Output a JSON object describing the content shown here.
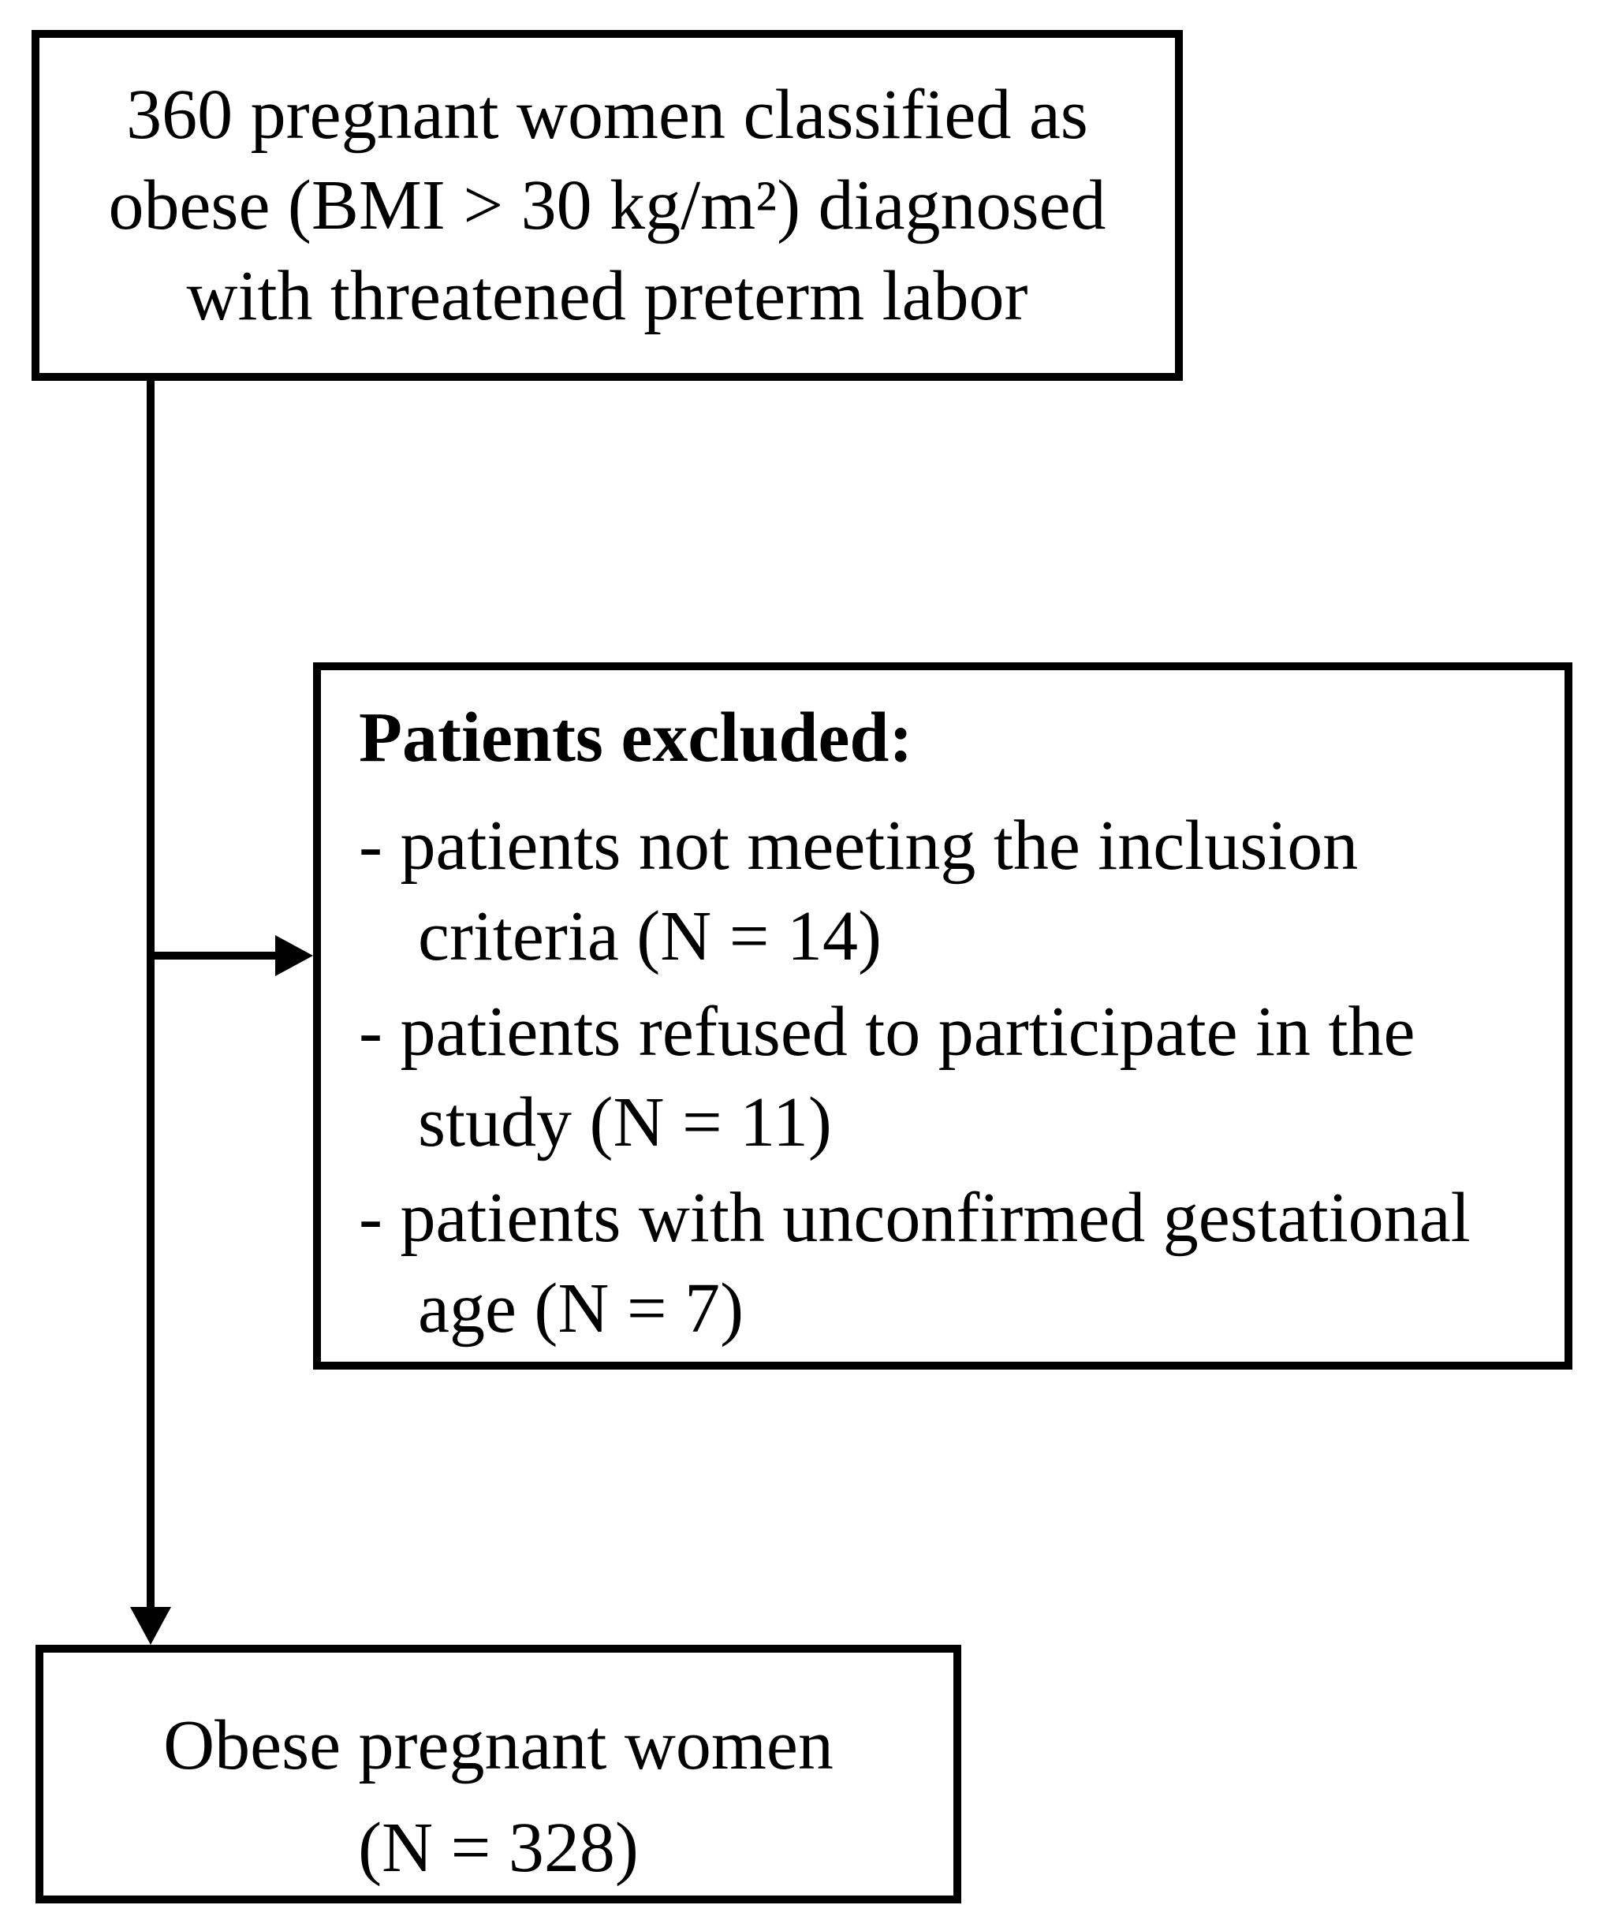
{
  "diagram": {
    "top_box": {
      "lines": [
        "360 pregnant women classified as",
        "obese (BMI > 30 kg/m²) diagnosed",
        "with threatened preterm labor"
      ]
    },
    "excluded_box": {
      "title": "Patients excluded:",
      "items": [
        {
          "line1": "- patients not meeting the inclusion",
          "line2": "criteria (N = 14)"
        },
        {
          "line1": "- patients refused to participate in the",
          "line2": "study (N = 11)"
        },
        {
          "line1": "- patients with unconfirmed gestational",
          "line2": "age (N = 7)"
        }
      ]
    },
    "bottom_box": {
      "line1": "Obese pregnant women",
      "line2": "(N = 328)"
    },
    "icons": {
      "arrowhead_down": "css-triangle-down",
      "arrowhead_right": "css-triangle-right"
    },
    "colors": {
      "border": "#000000",
      "text": "#000000",
      "background": "#ffffff"
    }
  }
}
